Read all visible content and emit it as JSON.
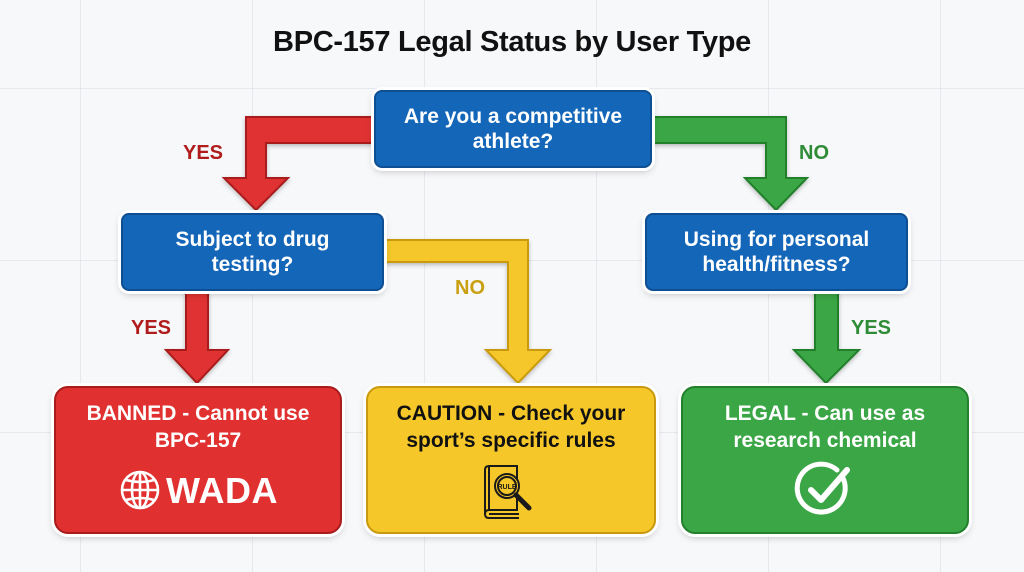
{
  "title": "BPC-157 Legal Status by User Type",
  "colors": {
    "question_blue": "#1466b8",
    "banned_red": "#e03030",
    "caution_yellow": "#f5c729",
    "legal_green": "#3aa645",
    "yes_label_red": "#b01c1c",
    "no_label_yellow": "#c9a012",
    "green_label": "#2e8b36"
  },
  "nodes": {
    "q1": {
      "line1": "Are you a competitive",
      "line2": "athlete?"
    },
    "q2": {
      "line1": "Subject to drug",
      "line2": "testing?"
    },
    "q3": {
      "line1": "Using for personal",
      "line2": "health/fitness?"
    },
    "banned": {
      "line1": "BANNED - Cannot use",
      "line2": "BPC-157",
      "icon": "globe-icon",
      "icon_text": "WADA"
    },
    "caution": {
      "line1": "CAUTION - Check your",
      "line2": "sport’s specific rules",
      "icon": "rulebook-magnifier-icon",
      "icon_text": "RULE"
    },
    "legal": {
      "line1": "LEGAL - Can use as",
      "line2": "research chemical",
      "icon": "check-circle-icon"
    }
  },
  "edges": {
    "q1_yes": "YES",
    "q1_no": "NO",
    "q2_yes": "YES",
    "q2_no": "NO",
    "q3_yes": "YES"
  }
}
